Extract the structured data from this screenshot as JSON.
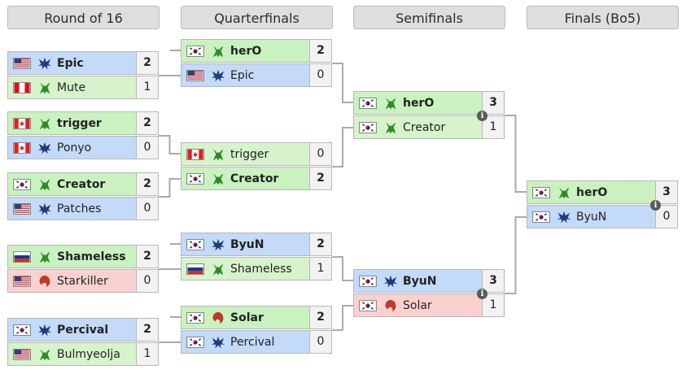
{
  "headers": [
    "Round of 16",
    "Quarterfinals",
    "Semifinals",
    "Finals (Bo5)"
  ],
  "colors": {
    "terran_bg": "#c3daf8",
    "protoss_bg": "#d6f3cb",
    "zerg_bg": "#f9d2d0",
    "connector": "#aaaaaa",
    "header_bg": "#dedede"
  },
  "round_of_16": [
    {
      "p1": {
        "name": "Epic",
        "flag": "us",
        "race": "terran",
        "score": "2",
        "winner": true
      },
      "p2": {
        "name": "Mute",
        "flag": "pe",
        "race": "protoss",
        "score": "1",
        "winner": false
      }
    },
    {
      "p1": {
        "name": "trigger",
        "flag": "ca",
        "race": "protoss",
        "score": "2",
        "winner": true
      },
      "p2": {
        "name": "Ponyo",
        "flag": "ca",
        "race": "terran",
        "score": "0",
        "winner": false
      }
    },
    {
      "p1": {
        "name": "Creator",
        "flag": "kr",
        "race": "protoss",
        "score": "2",
        "winner": true
      },
      "p2": {
        "name": "Patches",
        "flag": "us",
        "race": "terran",
        "score": "0",
        "winner": false
      }
    },
    {
      "p1": {
        "name": "Shameless",
        "flag": "ru",
        "race": "protoss",
        "score": "2",
        "winner": true
      },
      "p2": {
        "name": "Starkiller",
        "flag": "us",
        "race": "zerg",
        "score": "0",
        "winner": false
      }
    },
    {
      "p1": {
        "name": "Percival",
        "flag": "kr",
        "race": "terran",
        "score": "2",
        "winner": true
      },
      "p2": {
        "name": "Bulmyeolja",
        "flag": "us",
        "race": "protoss",
        "score": "1",
        "winner": false
      }
    }
  ],
  "quarterfinals": [
    {
      "p1": {
        "name": "herO",
        "flag": "kr",
        "race": "protoss",
        "score": "2",
        "winner": true
      },
      "p2": {
        "name": "Epic",
        "flag": "us",
        "race": "terran",
        "score": "0",
        "winner": false
      }
    },
    {
      "p1": {
        "name": "trigger",
        "flag": "ca",
        "race": "protoss",
        "score": "0",
        "winner": false
      },
      "p2": {
        "name": "Creator",
        "flag": "kr",
        "race": "protoss",
        "score": "2",
        "winner": true
      }
    },
    {
      "p1": {
        "name": "ByuN",
        "flag": "kr",
        "race": "terran",
        "score": "2",
        "winner": true
      },
      "p2": {
        "name": "Shameless",
        "flag": "ru",
        "race": "protoss",
        "score": "1",
        "winner": false
      }
    },
    {
      "p1": {
        "name": "Solar",
        "flag": "kr",
        "race": "zerg",
        "score": "2",
        "winner": true
      },
      "p2": {
        "name": "Percival",
        "flag": "kr",
        "race": "terran",
        "score": "0",
        "winner": false
      }
    }
  ],
  "semifinals": [
    {
      "p1": {
        "name": "herO",
        "flag": "kr",
        "race": "protoss",
        "score": "3",
        "winner": true
      },
      "p2": {
        "name": "Creator",
        "flag": "kr",
        "race": "protoss",
        "score": "1",
        "winner": false
      }
    },
    {
      "p1": {
        "name": "ByuN",
        "flag": "kr",
        "race": "terran",
        "score": "3",
        "winner": true
      },
      "p2": {
        "name": "Solar",
        "flag": "kr",
        "race": "zerg",
        "score": "1",
        "winner": false
      }
    }
  ],
  "finals": [
    {
      "p1": {
        "name": "herO",
        "flag": "kr",
        "race": "protoss",
        "score": "3",
        "winner": true
      },
      "p2": {
        "name": "ByuN",
        "flag": "kr",
        "race": "terran",
        "score": "0",
        "winner": false
      }
    }
  ]
}
